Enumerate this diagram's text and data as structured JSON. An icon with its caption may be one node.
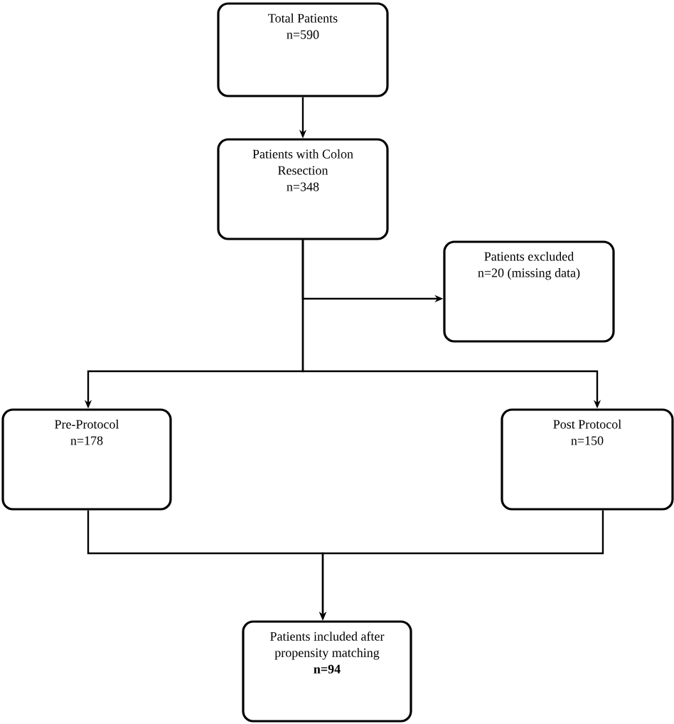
{
  "diagram": {
    "nodes": [
      {
        "text": [
          "Total Patients",
          "n=590"
        ]
      },
      {
        "text": [
          "Patients with Colon Resection",
          "n=348"
        ]
      },
      {
        "text": [
          "Patients excluded",
          "n=20 (missing data)"
        ]
      },
      {
        "text": [
          "Pre-Protocol",
          "n=178"
        ]
      },
      {
        "text": [
          "Post Protocol",
          "n=150"
        ]
      },
      {
        "text": [
          "Patients included after propensity matching",
          "**n=94**"
        ]
      }
    ],
    "edges": [
      {
        "from": 0,
        "to": 1,
        "arrow": "to"
      },
      {
        "from": 1,
        "to": 2,
        "arrow": "to"
      },
      {
        "from": 1,
        "to": 3,
        "arrow": "to"
      },
      {
        "from": 1,
        "to": 4,
        "arrow": "to"
      },
      {
        "from": 3,
        "to": 5,
        "arrow": "to"
      },
      {
        "from": 4,
        "to": 5,
        "arrow": "to"
      }
    ]
  }
}
